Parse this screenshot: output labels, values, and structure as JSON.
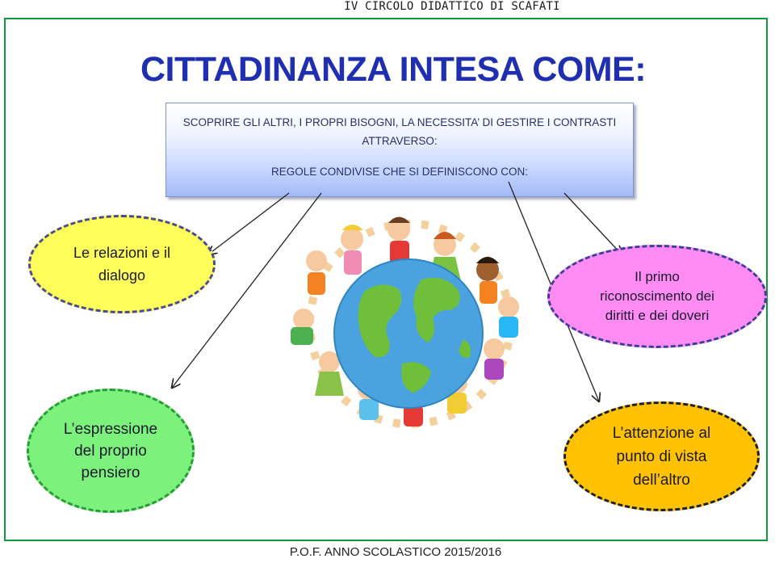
{
  "header": {
    "school": "IV CIRCOLO DIDATTICO DI SCAFATI"
  },
  "title": "CITTADINANZA INTESA COME:",
  "banner": {
    "line1": "SCOPRIRE  GLI ALTRI, I PROPRI BISOGNI, LA NECESSITA’ DI GESTIRE I CONTRASTI",
    "line2": "ATTRAVERSO:",
    "line3": "REGOLE CONDIVISE CHE SI DEFINISCONO CON:"
  },
  "bubbles": {
    "relazioni": {
      "line1": "Le relazioni e il",
      "line2": "dialogo"
    },
    "riconoscimento": {
      "line1": "Il primo",
      "line2": "riconoscimento dei",
      "line3": "diritti e dei doveri"
    },
    "espressione": {
      "line1": "L’espressione",
      "line2": "del proprio",
      "line3": "pensiero"
    },
    "attenzione": {
      "line1": "L’attenzione al",
      "line2": "punto di vista",
      "line3": "dell’altro"
    }
  },
  "illustration": {
    "subject": "children holding hands around the globe"
  },
  "colors": {
    "title": "#1f2fb0",
    "frame": "#0b9a3a",
    "bubble_relazioni": "#ffff5c",
    "bubble_riconoscimento": "#ff8bf3",
    "bubble_espressione": "#7cf27c",
    "bubble_attenzione": "#ffc200"
  },
  "footer": {
    "text": "P.O.F.  ANNO SCOLASTICO 2015/2016"
  }
}
